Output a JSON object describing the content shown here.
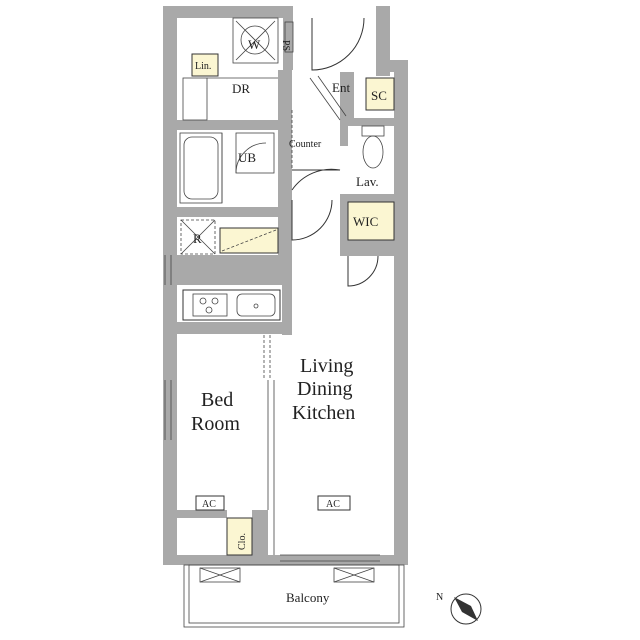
{
  "rooms": {
    "washer": "W",
    "ps": "PS",
    "linen": "Lin.",
    "dressing_room": "DR",
    "entrance": "Ent",
    "shoe_closet": "SC",
    "counter": "Counter",
    "unit_bath": "UB",
    "lavatory": "Lav.",
    "refrigerator": "R",
    "wic": "WIC",
    "ldk_line1": "Living",
    "ldk_line2": "Dining",
    "ldk_line3": "Kitchen",
    "bedroom_line1": "Bed",
    "bedroom_line2": "Room",
    "ac_bedroom": "AC",
    "ac_ldk": "AC",
    "closet": "Clo.",
    "balcony": "Balcony"
  },
  "compass": {
    "label": "N"
  },
  "colors": {
    "wall": "#a9a9a9",
    "storage": "#fbf6d2",
    "line": "#333333"
  }
}
